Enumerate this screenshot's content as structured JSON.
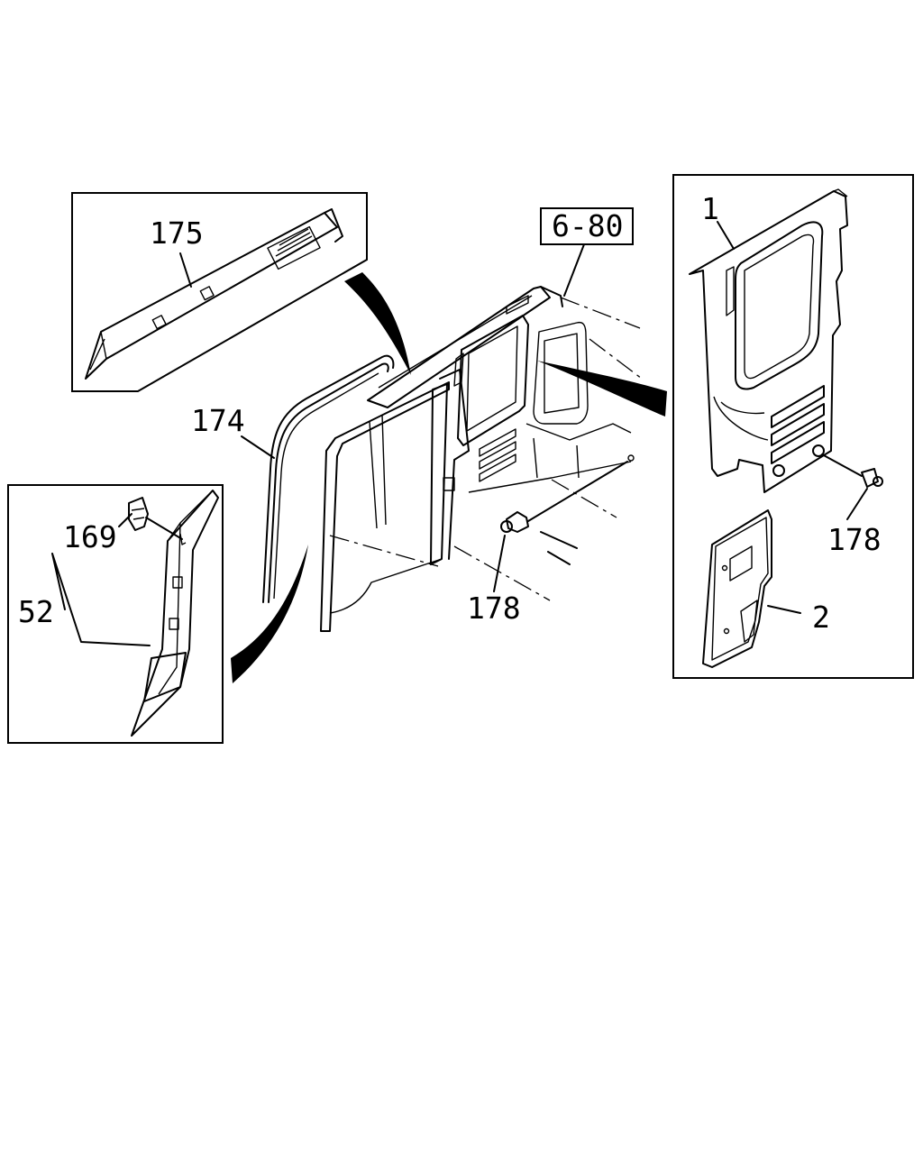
{
  "diagram": {
    "reference_box": "6-80",
    "labels": {
      "trim_175": "175",
      "weatherstrip_174": "174",
      "clip_169": "169",
      "pillar_trim_52": "52",
      "panel_1": "1",
      "panel_2": "2",
      "clip_178_right": "178",
      "clip_178_center": "178"
    }
  }
}
